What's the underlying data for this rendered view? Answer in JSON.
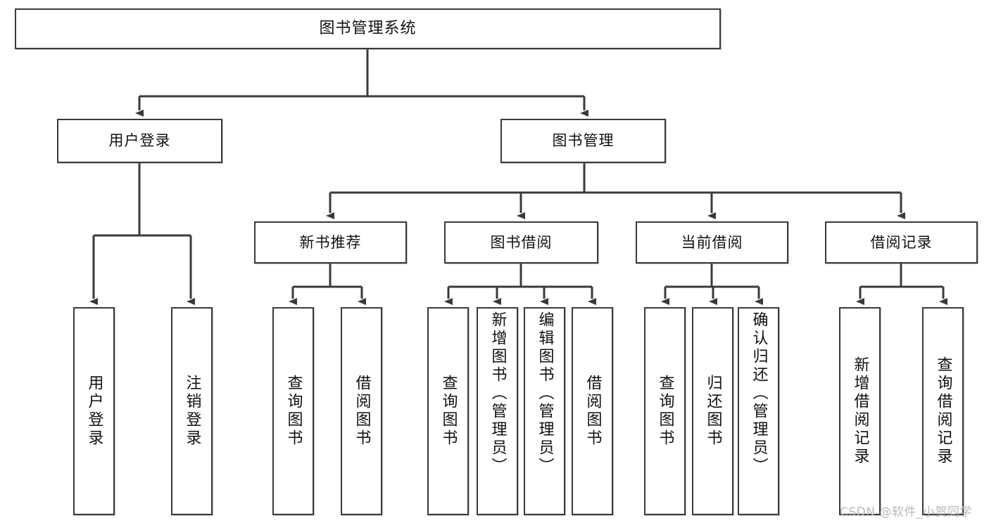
{
  "diagram": {
    "title": "图书管理系统",
    "watermark": "CSDN @软件_小贺同学",
    "root": {
      "label": "图书管理系统"
    },
    "level2": [
      {
        "label": "用户登录"
      },
      {
        "label": "图书管理"
      }
    ],
    "level3": [
      {
        "label": "新书推荐"
      },
      {
        "label": "图书借阅"
      },
      {
        "label": "当前借阅"
      },
      {
        "label": "借阅记录"
      }
    ],
    "leaves": {
      "user_login": [
        {
          "label": "用户登录"
        },
        {
          "label": "注销登录"
        }
      ],
      "new_book_recommend": [
        {
          "label": "查询图书"
        },
        {
          "label": "借阅图书"
        }
      ],
      "book_borrow": [
        {
          "label": "查询图书"
        },
        {
          "label": "新增图书（管理员）"
        },
        {
          "label": "编辑图书（管理员）"
        },
        {
          "label": "借阅图书"
        }
      ],
      "current_borrow": [
        {
          "label": "查询图书"
        },
        {
          "label": "归还图书"
        },
        {
          "label": "确认归还（管理员）"
        }
      ],
      "borrow_record": [
        {
          "label": "新增借阅记录"
        },
        {
          "label": "查询借阅记录"
        }
      ]
    },
    "colors": {
      "stroke": "#3a3a3a",
      "fill": "#ffffff",
      "text": "#111111",
      "watermark": "#b9b9b9"
    }
  }
}
